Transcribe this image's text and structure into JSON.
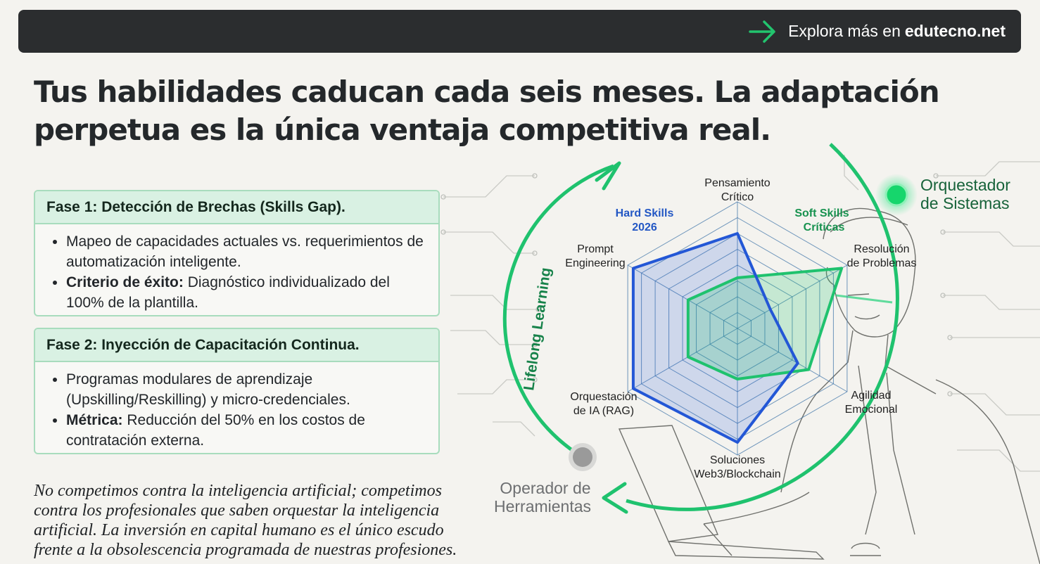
{
  "topbar": {
    "link_prefix": "Explora más en",
    "link_domain": "edutecno.net",
    "icon": "arrow-right-icon"
  },
  "headline": {
    "part1": "Tus habilidades caducan cada seis meses. La adaptación perpetua es la única ",
    "part2": "ventaja competitiva real."
  },
  "phases": [
    {
      "title": "Fase 1: Detección de Brechas (Skills Gap).",
      "items": [
        {
          "bold": "",
          "text": "Mapeo de capacidades actuales vs. requerimientos de automatización inteligente."
        },
        {
          "bold": "Criterio de éxito:",
          "text": " Diagnóstico individualizado del 100% de la plantilla."
        }
      ]
    },
    {
      "title": "Fase 2: Inyección de Capacitación Continua.",
      "items": [
        {
          "bold": "",
          "text": "Programas modulares de aprendizaje (Upskilling/Reskilling) y micro-credenciales."
        },
        {
          "bold": "Métrica:",
          "text": " Reducción del 50% en los costos de contratación externa."
        }
      ]
    }
  ],
  "quote": "No competimos contra la inteligencia artificial; competimos contra los profesionales que saben orquestar la inteligencia artificial. La inversión en capital humano es el único escudo frente a la obsolescencia programada de nuestras profesiones.",
  "cycle": {
    "arc_label": "Lifelong Learning",
    "top_node": {
      "line1": "Orquestador",
      "line2": "de Sistemas"
    },
    "bottom_node": {
      "line1": "Operador de",
      "line2": "Herramientas"
    }
  },
  "radar": {
    "axes": [
      {
        "line1": "Pensamiento",
        "line2": "Crítico"
      },
      {
        "line1": "Resolución",
        "line2": "de Problemas"
      },
      {
        "line1": "Agilidad",
        "line2": "Emocional"
      },
      {
        "line1": "Soluciones",
        "line2": "Web3/Blockchain"
      },
      {
        "line1": "Orquestación",
        "line2": "de IA (RAG)"
      },
      {
        "line1": "Prompt",
        "line2": "Engineering"
      }
    ],
    "legend": {
      "hard": {
        "line1": "Hard Skills",
        "line2": "2026"
      },
      "soft": {
        "line1": "Soft Skills",
        "line2": "Críticas"
      }
    },
    "series": {
      "hard": [
        0.75,
        0.3,
        0.55,
        0.9,
        0.95,
        0.95
      ],
      "soft": [
        0.4,
        0.95,
        0.65,
        0.4,
        0.45,
        0.45
      ]
    },
    "colors": {
      "hard": "#2357d6",
      "soft": "#1fc26e",
      "grid": "#3f74a8",
      "arrow": "#1fc26e",
      "node_top": "#16d66c",
      "node_bottom": "#9a9a9a"
    }
  }
}
